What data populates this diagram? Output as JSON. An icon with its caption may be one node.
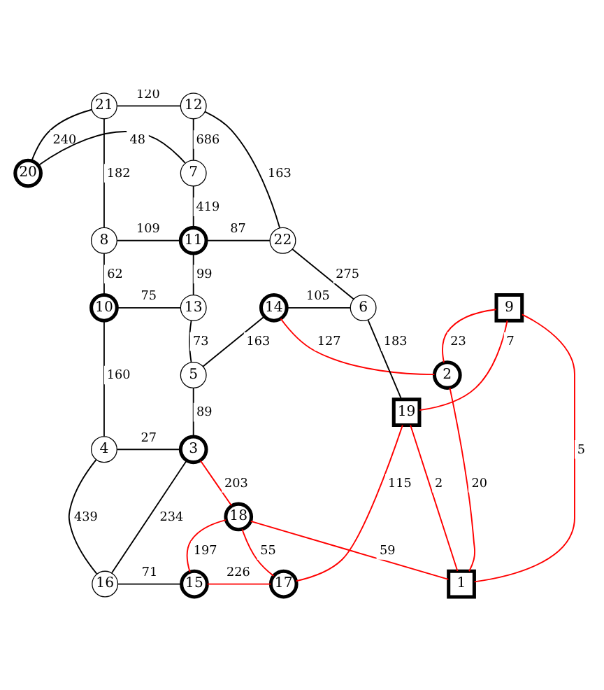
{
  "diagram": {
    "nodes": [
      {
        "text": [
          "21"
        ]
      },
      {
        "text": [
          "12"
        ]
      },
      {
        "text": [
          "20"
        ]
      },
      {
        "text": [
          "7"
        ]
      },
      {
        "text": [
          "8"
        ]
      },
      {
        "text": [
          "11"
        ]
      },
      {
        "text": [
          "22"
        ]
      },
      {
        "text": [
          "10"
        ]
      },
      {
        "text": [
          "13"
        ]
      },
      {
        "text": [
          "14"
        ]
      },
      {
        "text": [
          "6"
        ]
      },
      {
        "text": [
          "9"
        ]
      },
      {
        "text": [
          "19"
        ]
      },
      {
        "text": [
          "5"
        ]
      },
      {
        "text": [
          "2"
        ]
      },
      {
        "text": [
          "1"
        ]
      },
      {
        "text": [
          "4"
        ]
      },
      {
        "text": [
          "3"
        ]
      },
      {
        "text": [
          "18"
        ]
      },
      {
        "text": [
          "16"
        ]
      },
      {
        "text": [
          "15"
        ]
      },
      {
        "text": [
          "17"
        ]
      }
    ],
    "edges": [
      {
        "from": 0,
        "to": 1,
        "arrow": "none",
        "label": "120"
      },
      {
        "from": 0,
        "to": 2,
        "arrow": "none",
        "label": "240"
      },
      {
        "from": 0,
        "to": 4,
        "arrow": "none",
        "label": "182"
      },
      {
        "from": 2,
        "to": 3,
        "arrow": "none",
        "label": "48"
      },
      {
        "from": 3,
        "to": 1,
        "arrow": "none",
        "label": "686"
      },
      {
        "from": 3,
        "to": 5,
        "arrow": "none",
        "label": "419"
      },
      {
        "from": 4,
        "to": 5,
        "arrow": "none",
        "label": "109"
      },
      {
        "from": 5,
        "to": 6,
        "arrow": "none",
        "label": "87"
      },
      {
        "from": 1,
        "to": 6,
        "arrow": "none",
        "label": "163"
      },
      {
        "from": 4,
        "to": 7,
        "arrow": "none",
        "label": "62"
      },
      {
        "from": 5,
        "to": 8,
        "arrow": "none",
        "label": "99"
      },
      {
        "from": 6,
        "to": 10,
        "arrow": "none",
        "label": "275"
      },
      {
        "from": 7,
        "to": 8,
        "arrow": "none",
        "label": "75"
      },
      {
        "from": 9,
        "to": 10,
        "arrow": "none",
        "label": "105"
      },
      {
        "from": 10,
        "to": 12,
        "arrow": "none",
        "label": "183"
      },
      {
        "from": 8,
        "to": 13,
        "arrow": "none",
        "label": "73"
      },
      {
        "from": 9,
        "to": 13,
        "arrow": "none",
        "label": "163"
      },
      {
        "from": 7,
        "to": 16,
        "arrow": "none",
        "label": "160"
      },
      {
        "from": 13,
        "to": 17,
        "arrow": "none",
        "label": "89"
      },
      {
        "from": 16,
        "to": 17,
        "arrow": "none",
        "label": "27"
      },
      {
        "from": 17,
        "to": 19,
        "arrow": "none",
        "label": "234"
      },
      {
        "from": 16,
        "to": 19,
        "arrow": "none",
        "label": "439"
      },
      {
        "from": 19,
        "to": 20,
        "arrow": "none",
        "label": "71"
      },
      {
        "from": 9,
        "to": 14,
        "arrow": "none",
        "label": "127",
        "color": "#ff0000"
      },
      {
        "from": 11,
        "to": 14,
        "arrow": "none",
        "label": "23",
        "color": "#ff0000"
      },
      {
        "from": 11,
        "to": 12,
        "arrow": "none",
        "label": "7",
        "color": "#ff0000"
      },
      {
        "from": 11,
        "to": 15,
        "arrow": "none",
        "label": "5",
        "color": "#ff0000"
      },
      {
        "from": 14,
        "to": 15,
        "arrow": "none",
        "label": "20",
        "color": "#ff0000"
      },
      {
        "from": 12,
        "to": 15,
        "arrow": "none",
        "label": "2",
        "color": "#ff0000"
      },
      {
        "from": 12,
        "to": 21,
        "arrow": "none",
        "label": "115",
        "color": "#ff0000"
      },
      {
        "from": 17,
        "to": 18,
        "arrow": "none",
        "label": "203",
        "color": "#ff0000"
      },
      {
        "from": 18,
        "to": 15,
        "arrow": "none",
        "label": "59",
        "color": "#ff0000"
      },
      {
        "from": 18,
        "to": 20,
        "arrow": "none",
        "label": "197",
        "color": "#ff0000"
      },
      {
        "from": 18,
        "to": 21,
        "arrow": "none",
        "label": "55",
        "color": "#ff0000"
      },
      {
        "from": 20,
        "to": 21,
        "arrow": "none",
        "label": "226",
        "color": "#ff0000"
      }
    ]
  }
}
